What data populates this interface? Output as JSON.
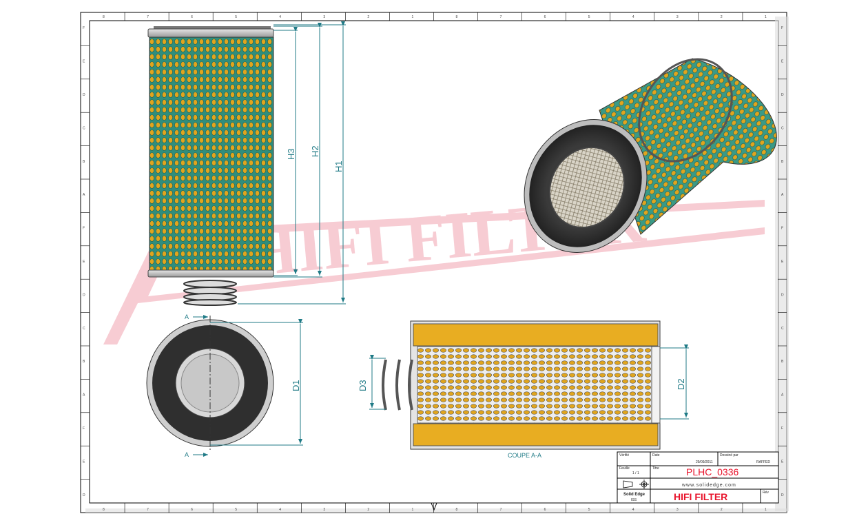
{
  "sheet": {
    "title_block": {
      "created_label": "Vérifié",
      "date_label": "Date",
      "date_value": "29/09/2011",
      "designer_label": "Dessiné par",
      "designer_value": "RAFFED",
      "sheet_label": "Feuille",
      "sheet_value": "1 / 1",
      "title_label": "Titre",
      "title": "PLHC_0336",
      "website": "www.solidedge.com",
      "software": "Solid Edge",
      "software_sub": "ISS",
      "brand": "HIFI FILTER",
      "rev_label": "Rév"
    },
    "dimensions": {
      "h1": "H1",
      "h2": "H2",
      "h3": "H3",
      "d1": "D1",
      "d2": "D2",
      "d3": "D3"
    },
    "section": {
      "marker": "A",
      "caption": "COUPE A-A"
    },
    "watermark": {
      "text": "HIFI FILTER",
      "mark": "®"
    },
    "border_ticks": {
      "top": [
        "8",
        "7",
        "6",
        "5",
        "4",
        "3",
        "2",
        "1",
        "8",
        "7",
        "6",
        "5",
        "4",
        "3",
        "2",
        "1"
      ],
      "side": [
        "F",
        "E",
        "D",
        "C",
        "B",
        "A",
        "F",
        "E",
        "D",
        "C",
        "B",
        "A",
        "F",
        "E",
        "D"
      ]
    }
  },
  "colors": {
    "media_green": "#3a9a86",
    "media_yellow": "#e0a51e",
    "metal": "#c8c8c8",
    "dark_rubber": "#2e2e2e",
    "dim_line": "#1f7a86",
    "brand_red": "#e8132b",
    "watermark_red": "#f6c7cf"
  }
}
